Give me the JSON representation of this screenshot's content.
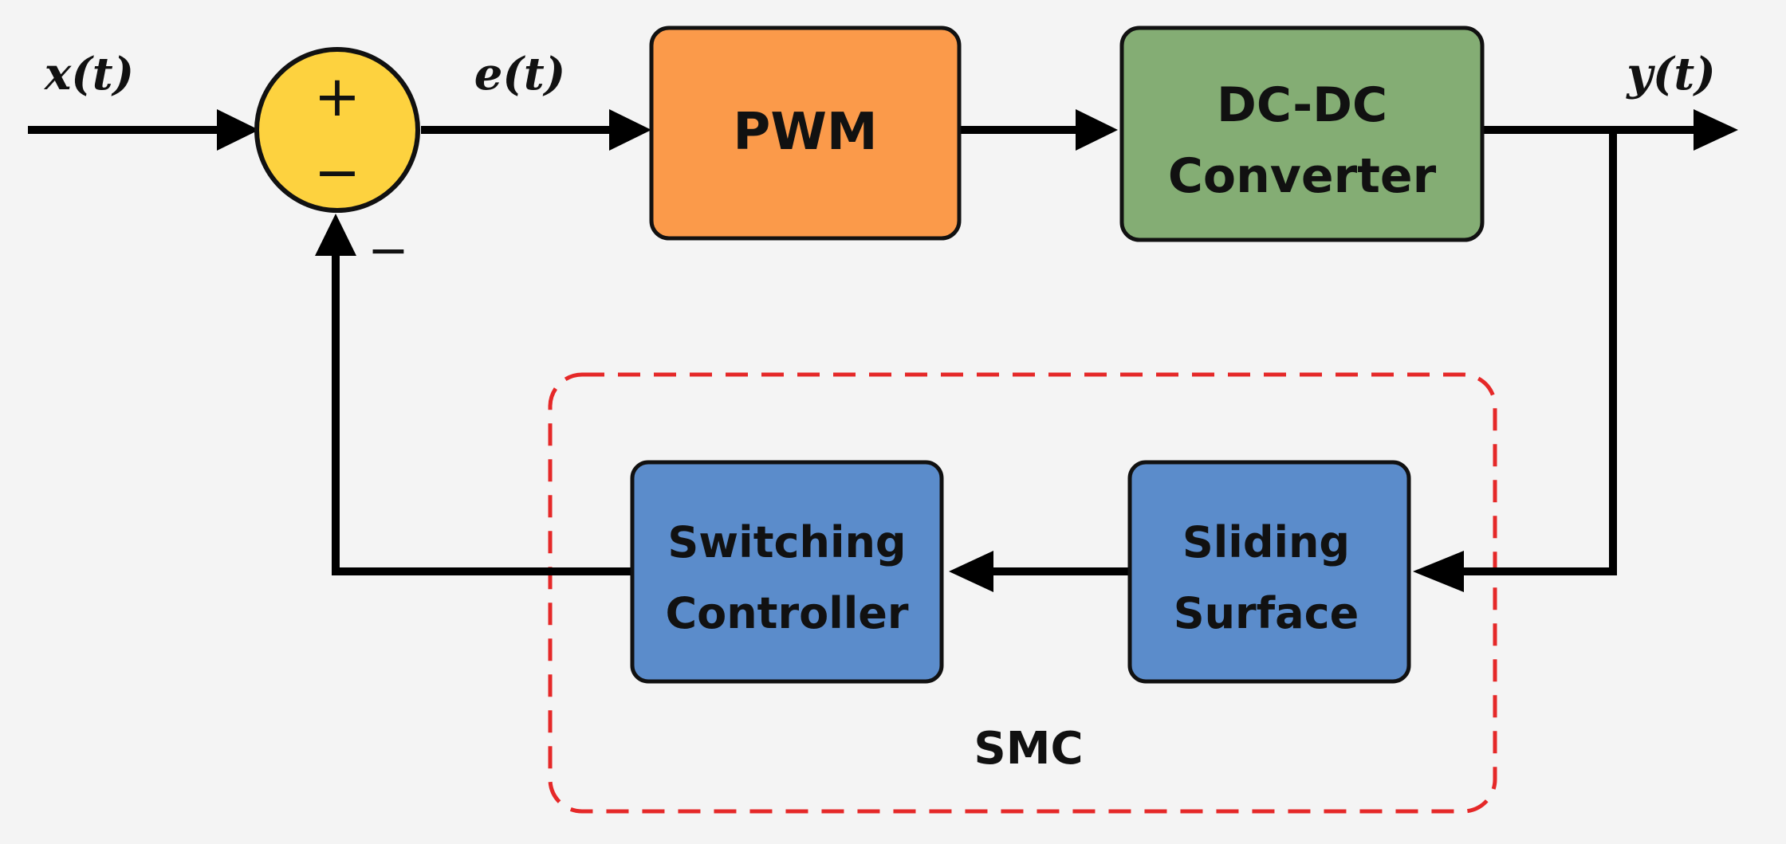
{
  "signals": {
    "input": "x(t)",
    "error": "e(t)",
    "output": "y(t)"
  },
  "summing_junction": {
    "plus_sign": "+",
    "minus_sign": "−",
    "feedback_sign": "−",
    "fill_color": "#fdd23f"
  },
  "blocks": {
    "pwm": {
      "label": "PWM",
      "fill_color": "#fb9a4a"
    },
    "converter": {
      "line1": "DC-DC",
      "line2": "Converter",
      "fill_color": "#84ad74"
    },
    "switching_controller": {
      "line1": "Switching",
      "line2": "Controller",
      "fill_color": "#5b8ccb"
    },
    "sliding_surface": {
      "line1": "Sliding",
      "line2": "Surface",
      "fill_color": "#5b8ccb"
    }
  },
  "smc_group": {
    "label": "SMC",
    "border_color": "#e52828"
  }
}
